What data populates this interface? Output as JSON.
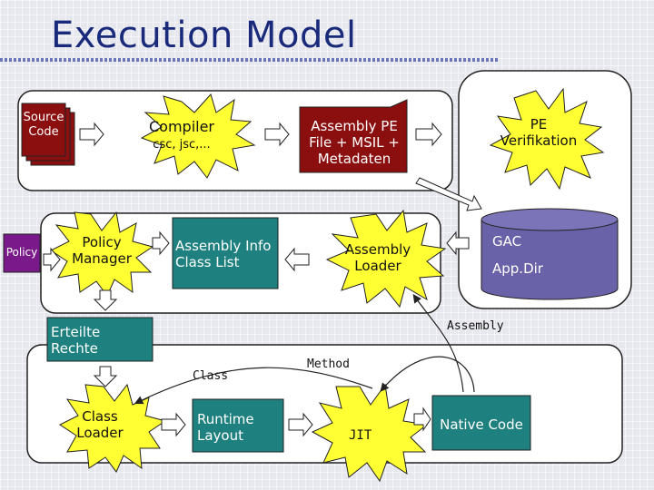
{
  "title": "Execution Model",
  "labels": {
    "source_code": "Source Code",
    "compiler": "Compiler",
    "compiler_sub": "csc, jsc,...",
    "assembly_file": "Assembly PE File + MSIL + Metadaten",
    "pe_verifikation": "PE Verifikation",
    "policy": "Policy",
    "policy_manager": "Policy Manager",
    "assembly_info": "Assembly Info Class List",
    "assembly_loader": "Assembly Loader",
    "gac": "GAC",
    "app_dir": "App.Dir",
    "erteilte_rechte": "Erteilte Rechte",
    "assembly_edge": "Assembly",
    "class_edge": "Class",
    "method_edge": "Method",
    "class_loader": "Class Loader",
    "runtime_layout": "Runtime Layout",
    "jit": "JIT",
    "native_code": "Native Code"
  },
  "colors": {
    "title": "#1a2a7a",
    "starburst": "#ffff33",
    "assembly_box": "#8b0f0f",
    "policy_box": "#7a1a8a",
    "teal_box": "#1f8080",
    "gac_cylinder": "#6a62a8"
  }
}
